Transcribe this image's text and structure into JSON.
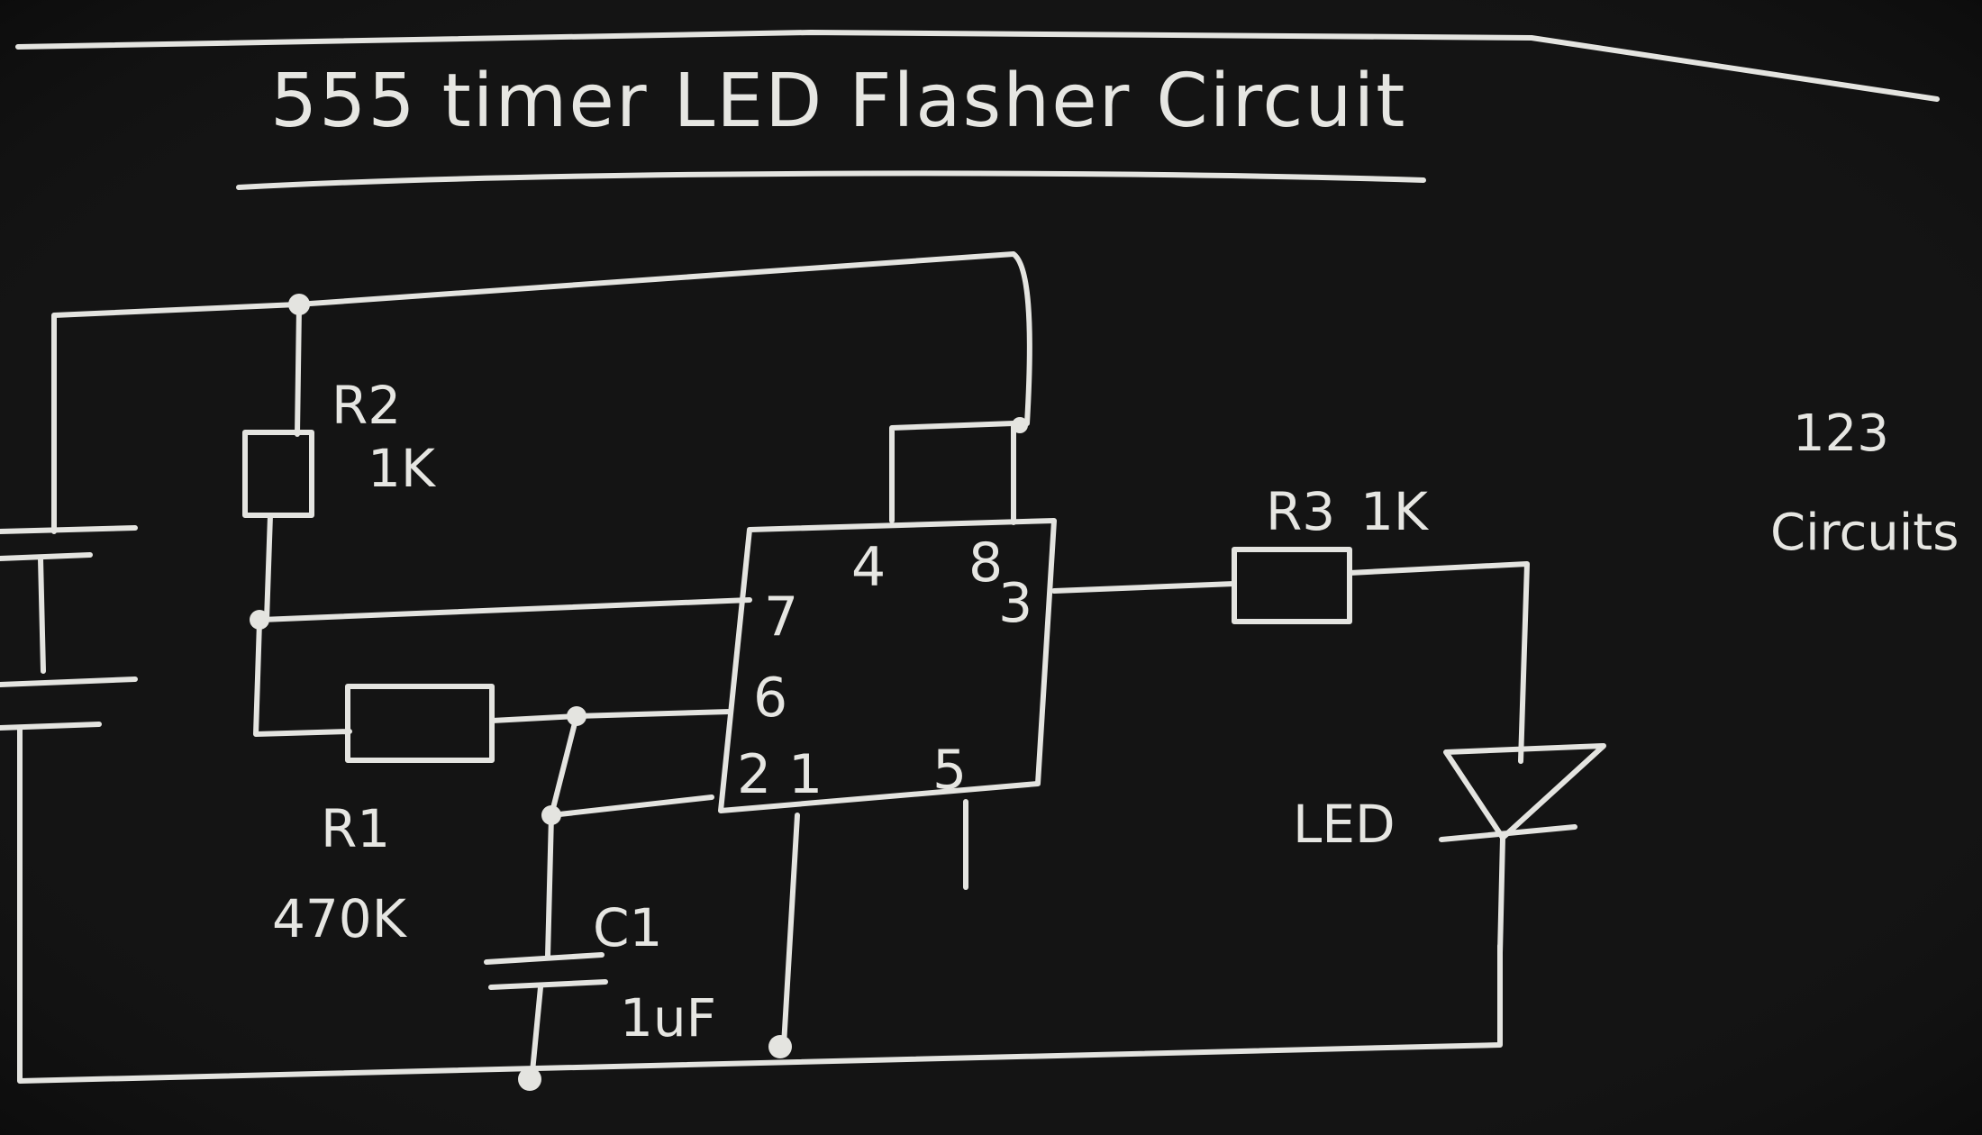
{
  "title": "555 timer LED Flasher Circuit",
  "components": {
    "r2": {
      "name": "R2",
      "value": "1K"
    },
    "r1": {
      "name": "R1",
      "value": "470K"
    },
    "r3": {
      "name": "R3",
      "value": "1K"
    },
    "c1": {
      "name": "C1",
      "value": "1uF"
    },
    "led": {
      "name": "LED"
    }
  },
  "chip_pins": {
    "p4": "4",
    "p8": "8",
    "p3": "3",
    "p7": "7",
    "p6": "6",
    "p2": "2",
    "p1": "1",
    "p5": "5"
  },
  "watermark": {
    "line1": "123",
    "line2": "Circuits"
  },
  "colors": {
    "board": "#141414",
    "chalk": "#e4e4e0"
  }
}
